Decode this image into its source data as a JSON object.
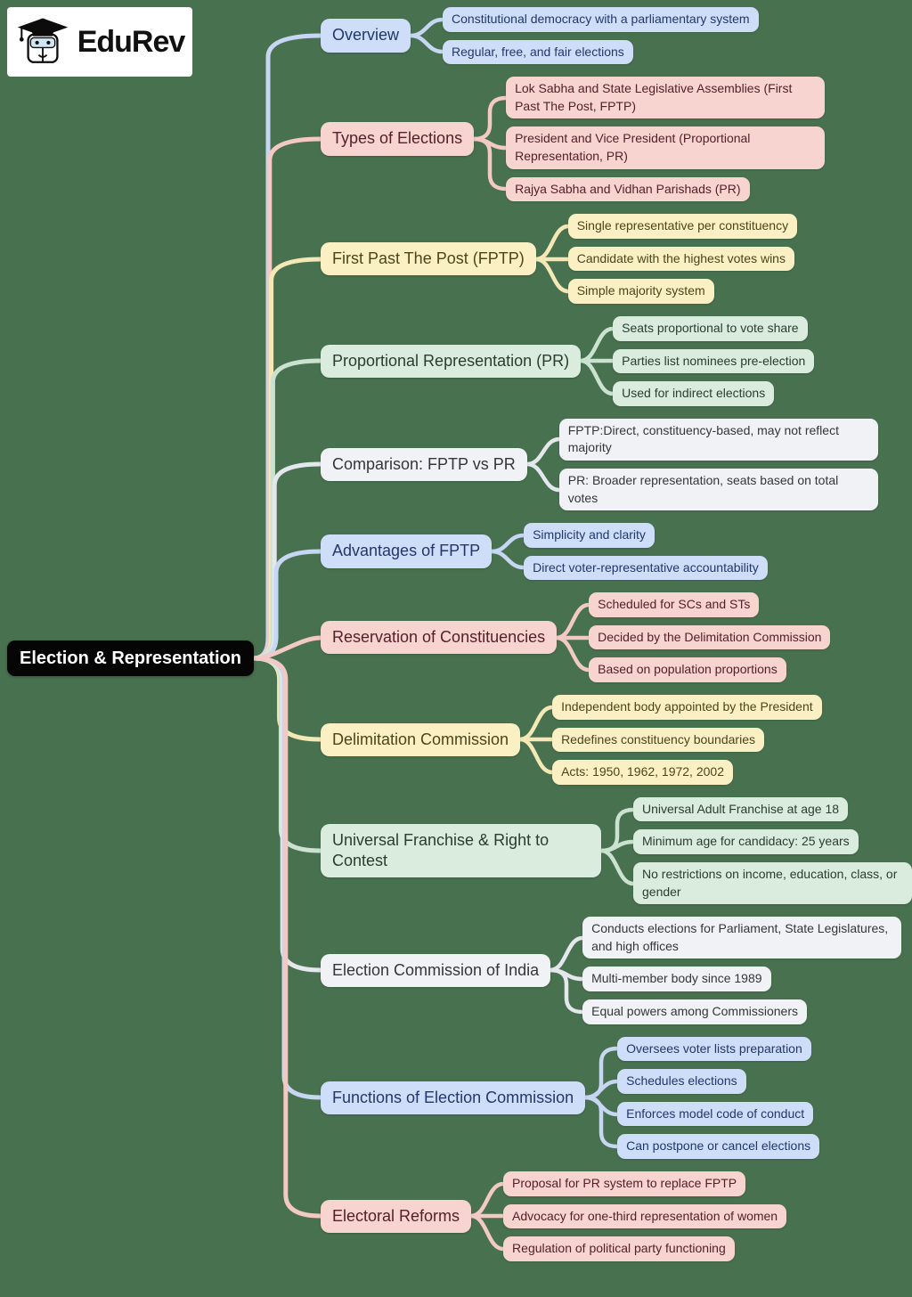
{
  "page": {
    "background": "#48714f"
  },
  "logo": {
    "text": "EduRev",
    "mascot_icon": "graduate-cap-mascot-icon",
    "bg": "#ffffff",
    "text_color": "#111111"
  },
  "root": {
    "label": "Election & Representation",
    "bg": "#050505",
    "text_color": "#ffffff"
  },
  "themes": {
    "blue": {
      "node_bg": "#ceddf8",
      "text": "#22386b",
      "edge": "#c6d6f3"
    },
    "red": {
      "node_bg": "#f7d4d0",
      "text": "#552029",
      "edge": "#f2c9c4"
    },
    "yellow": {
      "node_bg": "#faf0c4",
      "text": "#4c451c",
      "edge": "#f4e8b6"
    },
    "green": {
      "node_bg": "#d9ecdd",
      "text": "#2b3e2e",
      "edge": "#cbe2d1"
    },
    "grey": {
      "node_bg": "#f1f2f5",
      "text": "#33363c",
      "edge": "#e4e7ec"
    }
  },
  "branches": [
    {
      "label": "Overview",
      "theme": "blue",
      "children": [
        "Constitutional democracy with a parliamentary system",
        "Regular, free, and fair elections"
      ]
    },
    {
      "label": "Types of Elections",
      "theme": "red",
      "children": [
        "Lok Sabha and State Legislative Assemblies (First Past The Post, FPTP)",
        "President and Vice President (Proportional Representation, PR)",
        "Rajya Sabha and Vidhan Parishads (PR)"
      ]
    },
    {
      "label": "First Past The Post (FPTP)",
      "theme": "yellow",
      "children": [
        "Single representative per constituency",
        "Candidate with the highest votes wins",
        "Simple majority system"
      ]
    },
    {
      "label": "Proportional Representation (PR)",
      "theme": "green",
      "children": [
        "Seats proportional to vote share",
        "Parties list nominees pre-election",
        "Used for indirect elections"
      ]
    },
    {
      "label": "Comparison: FPTP vs PR",
      "theme": "grey",
      "children": [
        "FPTP:Direct, constituency-based, may not reflect majority",
        "PR: Broader representation, seats based on total votes"
      ]
    },
    {
      "label": "Advantages of FPTP",
      "theme": "blue",
      "children": [
        "Simplicity and clarity",
        "Direct voter-representative accountability"
      ]
    },
    {
      "label": "Reservation of Constituencies",
      "theme": "red",
      "children": [
        "Scheduled for SCs and STs",
        "Decided by the Delimitation Commission",
        "Based on population proportions"
      ]
    },
    {
      "label": "Delimitation Commission",
      "theme": "yellow",
      "children": [
        "Independent body appointed by the President",
        "Redefines constituency boundaries",
        "Acts: 1950, 1962, 1972, 2002"
      ]
    },
    {
      "label": "Universal Franchise & Right to Contest",
      "theme": "green",
      "children": [
        "Universal Adult Franchise at age 18",
        "Minimum age for candidacy: 25 years",
        "No restrictions on income, education, class, or gender"
      ]
    },
    {
      "label": "Election Commission of India",
      "theme": "grey",
      "children": [
        "Conducts elections for Parliament, State Legislatures, and high offices",
        "Multi-member body since 1989",
        "Equal powers among Commissioners"
      ]
    },
    {
      "label": "Functions of Election Commission",
      "theme": "blue",
      "children": [
        "Oversees voter lists preparation",
        "Schedules elections",
        "Enforces model code of conduct",
        "Can postpone or cancel elections"
      ]
    },
    {
      "label": "Electoral Reforms",
      "theme": "red",
      "children": [
        "Proposal for PR system to replace FPTP",
        "Advocacy for one-third representation of women",
        "Regulation of political party functioning"
      ]
    }
  ]
}
